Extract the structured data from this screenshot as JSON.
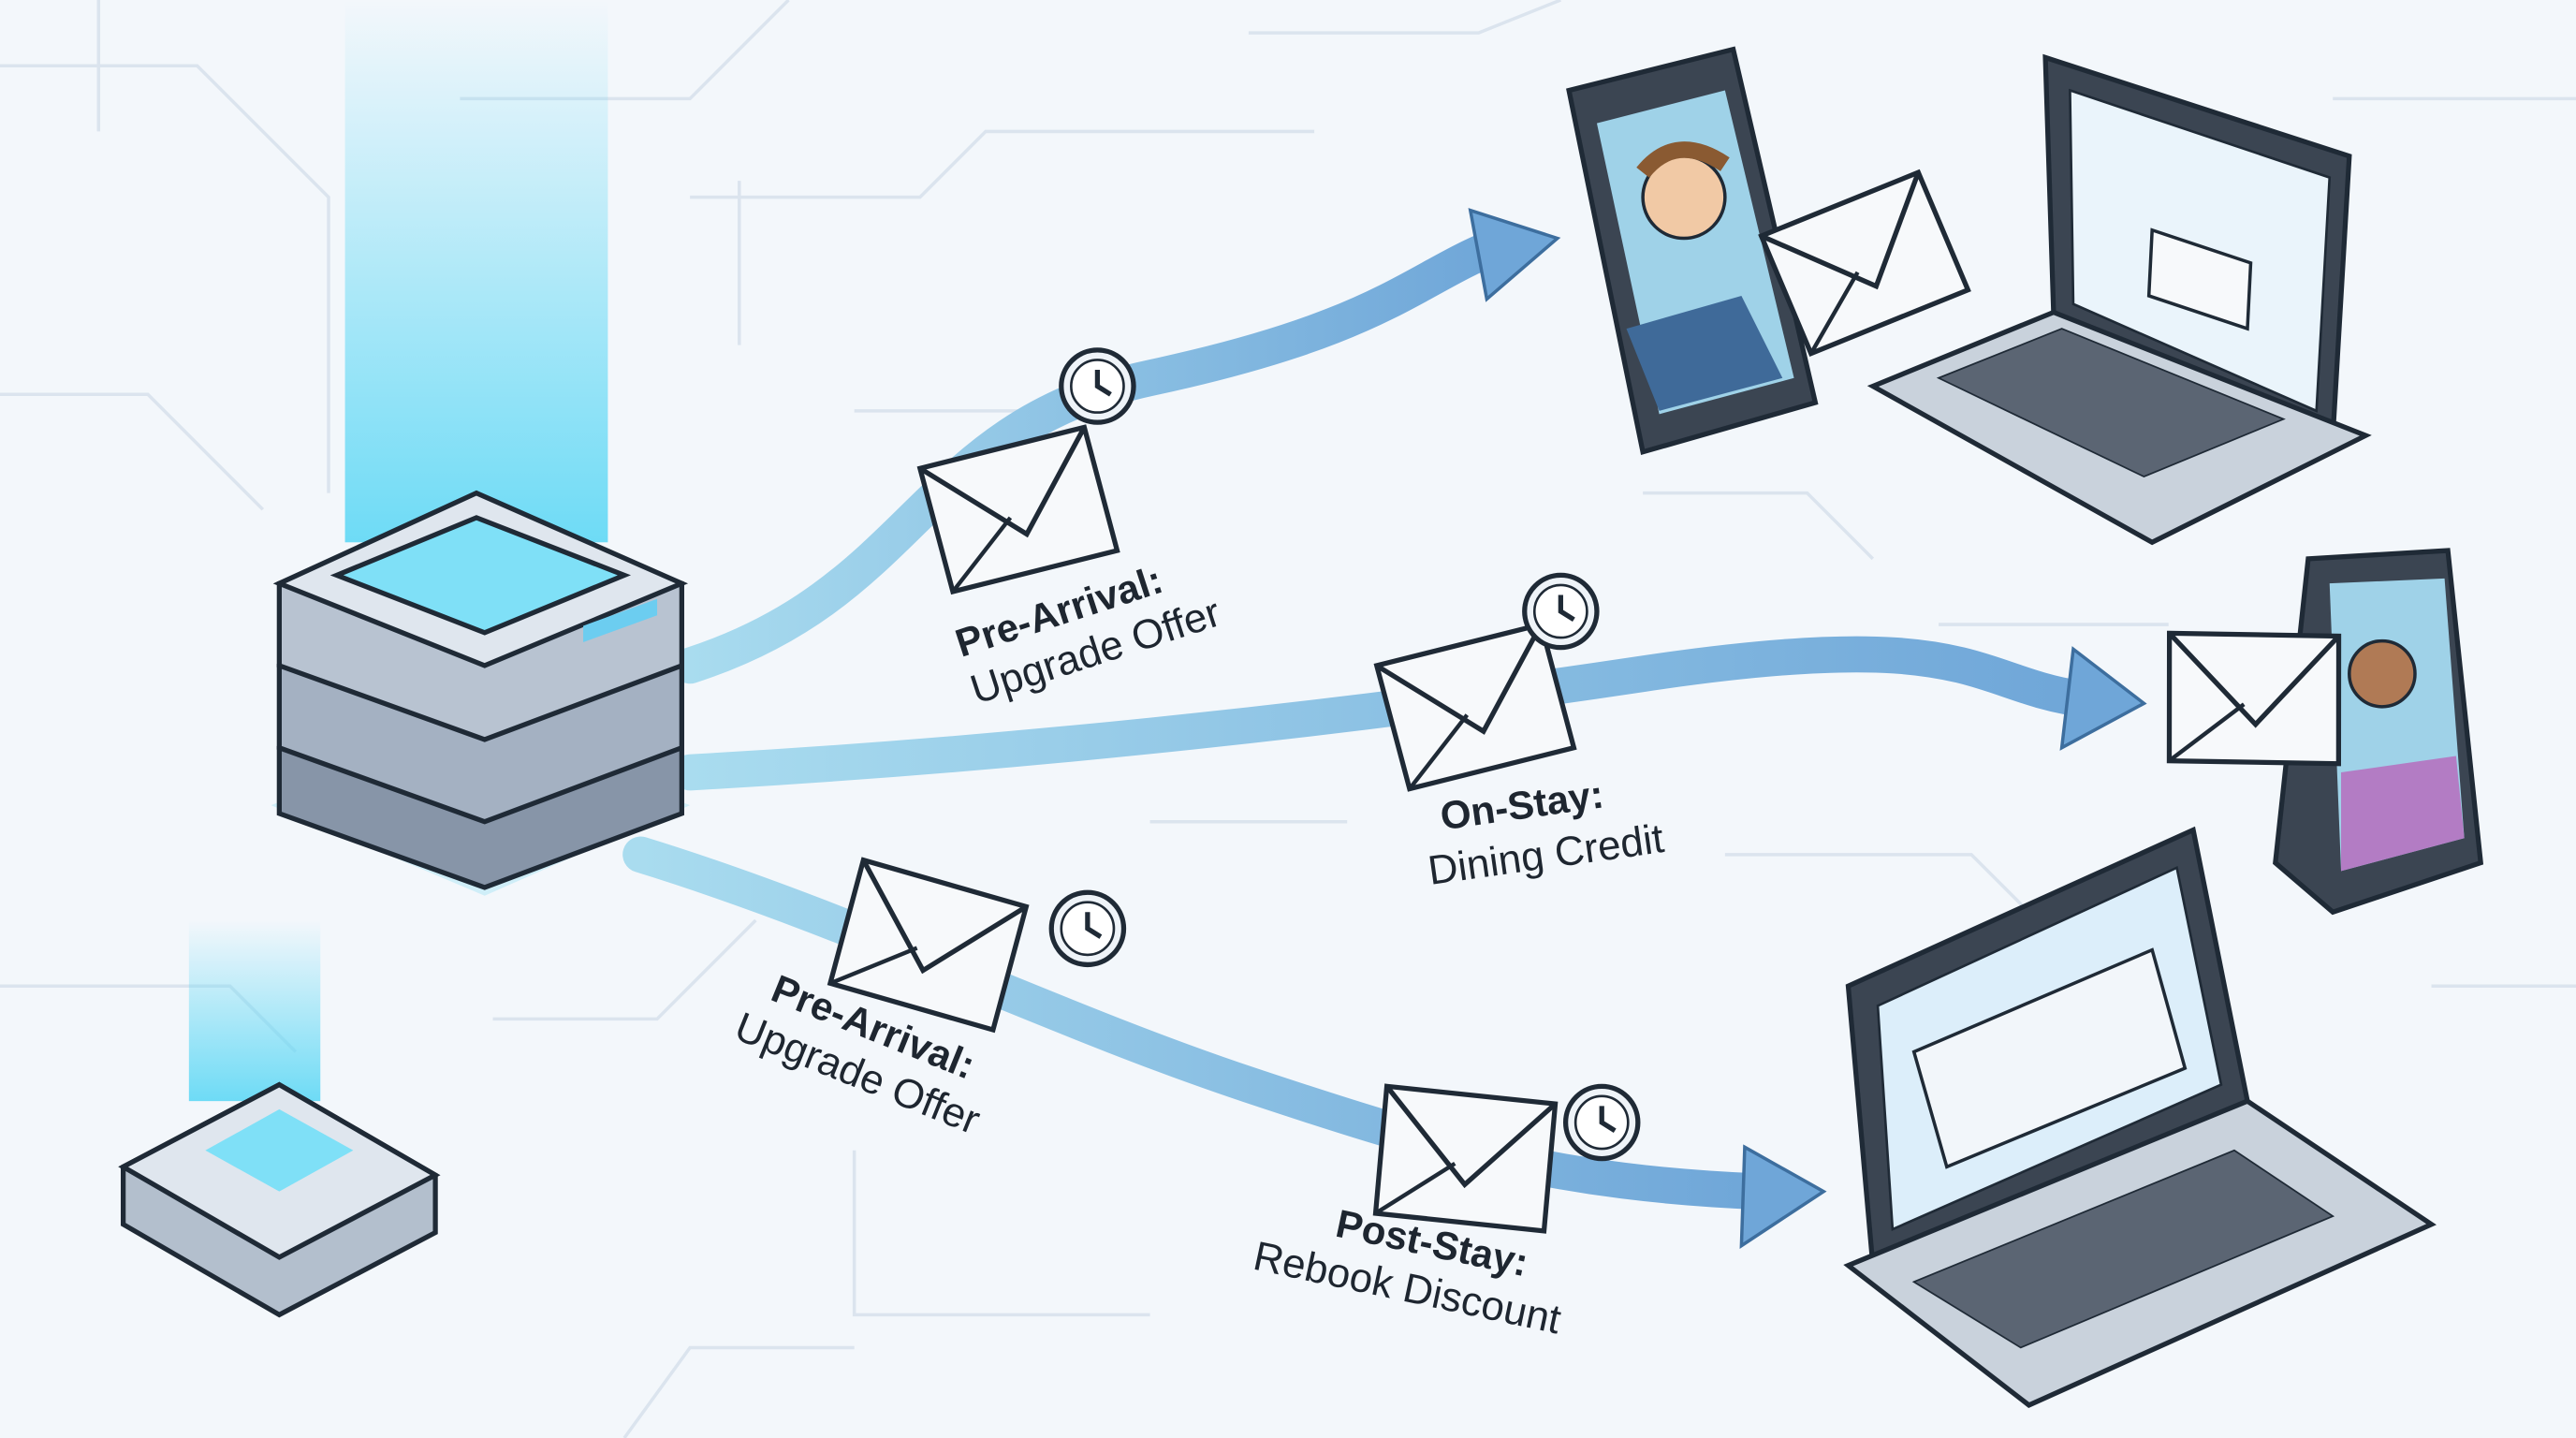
{
  "labels": {
    "top": {
      "stage": "Pre-Arrival:",
      "offer": "Upgrade Offer"
    },
    "middle": {
      "stage": "On-Stay:",
      "offer": "Dining Credit"
    },
    "lower": {
      "stage": "Pre-Arrival:",
      "offer": "Upgrade Offer"
    },
    "bottom": {
      "stage": "Post-Stay:",
      "offer": "Rebook Discount"
    }
  },
  "icons": [
    "server-stack-icon",
    "small-server-icon",
    "envelope-icon",
    "clock-icon",
    "smartphone-icon",
    "laptop-icon",
    "arrow-icon"
  ],
  "colors": {
    "background": "#f3f7fb",
    "arrow": "#7fb0dc",
    "glow": "#5fd8f5",
    "outline": "#1f2a36",
    "device": "#c9d2dc",
    "screen": "#dceefa"
  }
}
